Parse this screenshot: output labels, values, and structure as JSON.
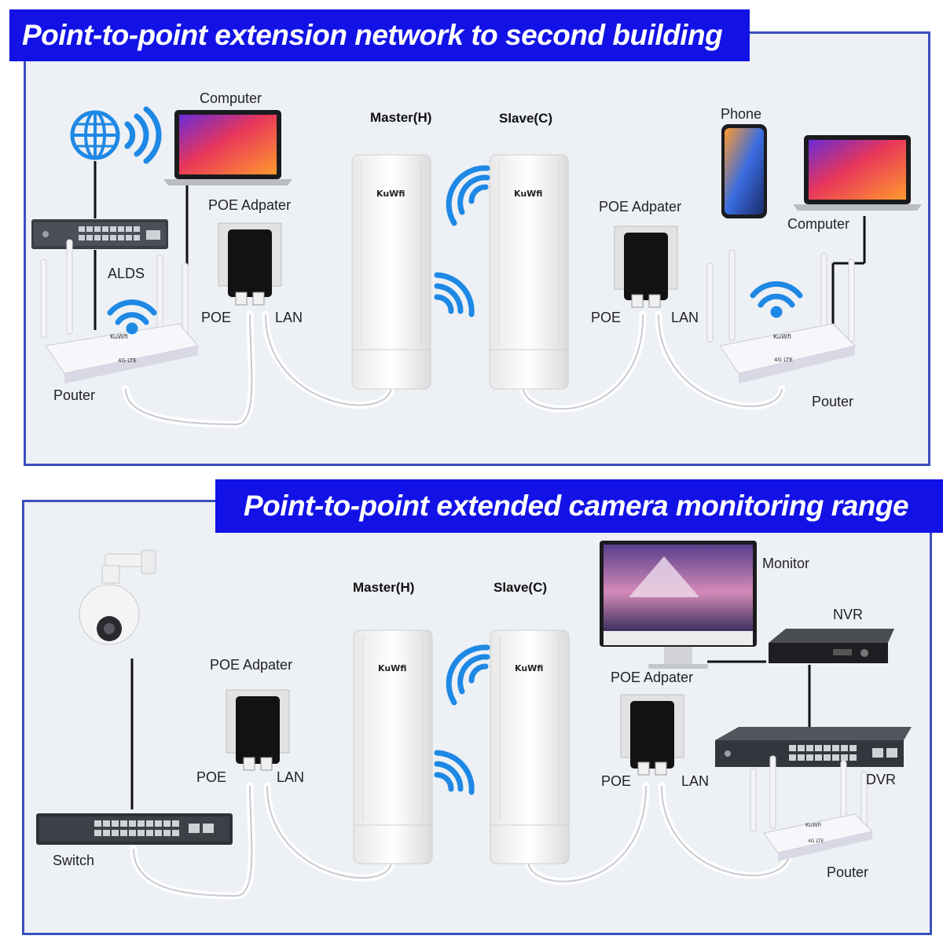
{
  "top": {
    "title": "Point-to-point extension network to second building",
    "labels": {
      "computer_left": "Computer",
      "master": "Master(H)",
      "slave": "Slave(C)",
      "phone": "Phone",
      "poe_adapter_left": "POE Adpater",
      "poe_adapter_right": "POE Adpater",
      "computer_right": "Computer",
      "alds": "ALDS",
      "poe_left": "POE",
      "lan_left": "LAN",
      "poe_right": "POE",
      "lan_right": "LAN",
      "router_left": "Pouter",
      "router_right": "Pouter"
    }
  },
  "bottom": {
    "title": "Point-to-point extended camera monitoring range",
    "labels": {
      "monitor": "Monitor",
      "nvr": "NVR",
      "master": "Master(H)",
      "slave": "Slave(C)",
      "poe_adapter_left": "POE Adpater",
      "poe_adapter_right": "POE Adpater",
      "poe_left": "POE",
      "lan_left": "LAN",
      "poe_right": "POE",
      "lan_right": "LAN",
      "dvr": "DVR",
      "switch": "Switch",
      "router": "Pouter"
    }
  },
  "brand": "KuWfi",
  "colors": {
    "banner": "#1212e6",
    "panel_border": "#3b4fbf",
    "wifi": "#1e88e5"
  }
}
